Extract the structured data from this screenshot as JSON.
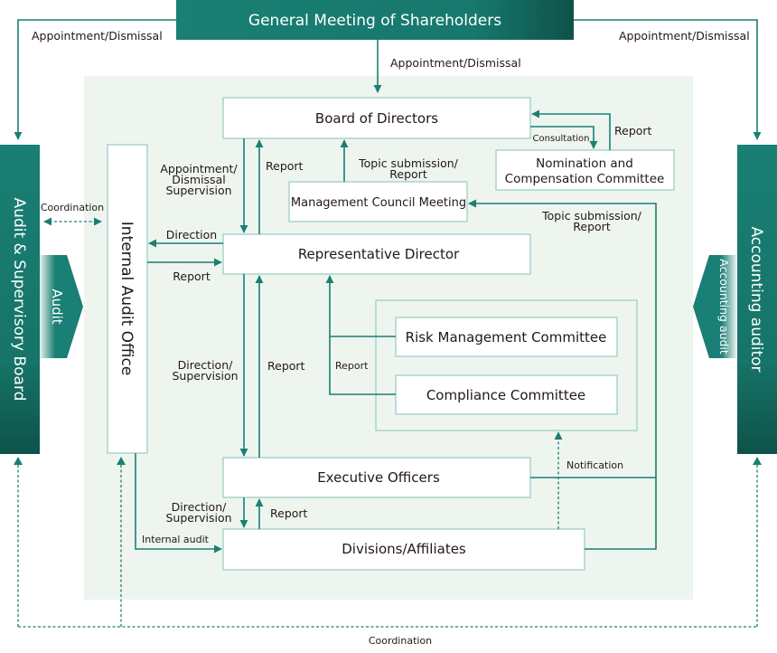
{
  "colors": {
    "teal": "#1a7f74",
    "dark_teal": "#0e5f55",
    "background": "#eef5ef",
    "box_border": "#a8d3cd"
  },
  "nodes": {
    "shareholders": "General Meeting of Shareholders",
    "audit_board": "Audit & Supervisory Board",
    "accounting_auditor": "Accounting auditor",
    "internal_audit_office": "Internal Audit Office",
    "board": "Board of Directors",
    "management_council": "Management Council Meeting",
    "nomination": [
      "Nomination and",
      "Compensation Committee"
    ],
    "representative": "Representative Director",
    "risk": "Risk Management Committee",
    "compliance": "Compliance Committee",
    "executive": "Executive Officers",
    "divisions": "Divisions/Affiliates"
  },
  "tabs": {
    "audit": "Audit",
    "accounting_audit": "Accounting audit"
  },
  "labels": {
    "appt_left": "Appointment/Dismissal",
    "appt_right": "Appointment/Dismissal",
    "appt_center": "Appointment/Dismissal",
    "coordination_left": "Coordination",
    "coordination_bottom": "Coordination",
    "appt_dismissal_supervision": [
      "Appointment/",
      "Dismissal",
      "Supervision"
    ],
    "report_board": "Report",
    "topic_board": [
      "Topic submission/",
      "Report"
    ],
    "consultation": "Consultation",
    "report_nomination": "Report",
    "topic_right": [
      "Topic submission/",
      "Report"
    ],
    "direction": "Direction",
    "report_iao": "Report",
    "direction_supervision_1": [
      "Direction/",
      "Supervision"
    ],
    "report_rep": "Report",
    "report_committees": "Report",
    "notification": "Notification",
    "direction_supervision_2": [
      "Direction/",
      "Supervision"
    ],
    "report_exec": "Report",
    "internal_audit": "Internal audit"
  }
}
